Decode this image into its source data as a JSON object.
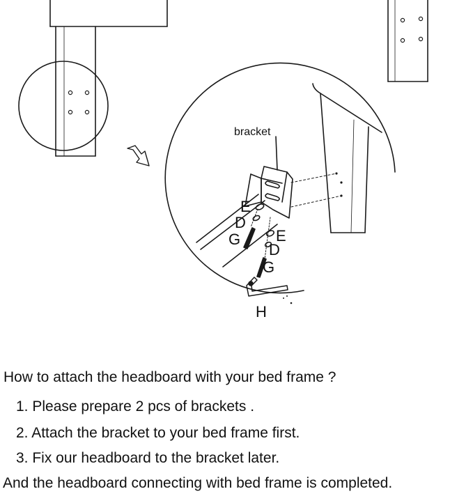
{
  "diagram": {
    "callout_label": "bracket",
    "part_labels": {
      "upper_washer": "E",
      "upper_nut": "D",
      "upper_bolt": "G",
      "lower_washer": "E",
      "lower_nut": "D",
      "lower_bolt": "G",
      "hex_key": "H"
    },
    "icons": [
      "zoom-arrow-icon",
      "hex-key-icon",
      "bolt-icon"
    ],
    "line_color": "#1a1a1a"
  },
  "instructions": {
    "question": "How to attach the headboard with your bed frame ?",
    "steps": [
      {
        "number": "1.",
        "text": "Please prepare 2 pcs of brackets ."
      },
      {
        "number": "2.",
        "text": "Attach  the bracket to your bed frame first."
      },
      {
        "number": "3.",
        "text": "Fix our headboard  to the bracket later."
      }
    ],
    "conclusion": "And the headboard connecting with bed frame is completed."
  }
}
